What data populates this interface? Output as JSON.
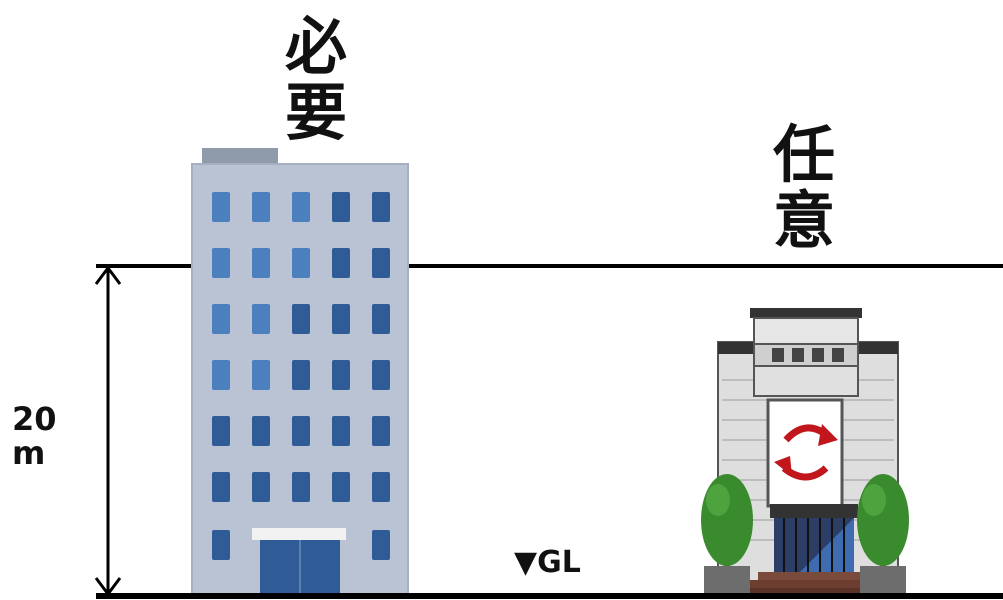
{
  "labels": {
    "required": "必要",
    "optional": "任意",
    "height": "20 m",
    "ground_level": "▼GL"
  },
  "colors": {
    "line": "#000000",
    "tall_building_body": "#b9c3d3",
    "tall_building_window": "#2f5b96",
    "tall_building_window_light": "#4c7fbd",
    "bank_body": "#d9d9d9",
    "bank_arrow": "#c0161c",
    "tree": "#3a8a2e"
  },
  "icons": [
    "double-arrow-icon",
    "tall-building-icon",
    "bank-building-icon",
    "tree-icon"
  ]
}
